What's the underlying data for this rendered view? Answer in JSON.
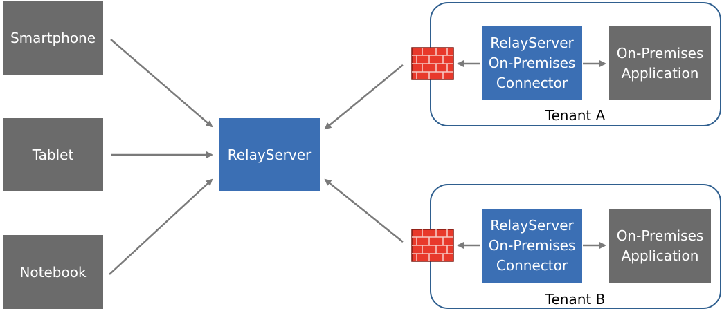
{
  "clients": [
    {
      "label": "Smartphone"
    },
    {
      "label": "Tablet"
    },
    {
      "label": "Notebook"
    }
  ],
  "relay_server": {
    "label": "RelayServer"
  },
  "tenants": [
    {
      "name": "Tenant A",
      "connector_lines": [
        "RelayServer",
        "On-Premises",
        "Connector"
      ],
      "app_lines": [
        "On-Premises",
        "Application"
      ]
    },
    {
      "name": "Tenant B",
      "connector_lines": [
        "RelayServer",
        "On-Premises",
        "Connector"
      ],
      "app_lines": [
        "On-Premises",
        "Application"
      ]
    }
  ],
  "colors": {
    "client_box": "#6b6b6b",
    "relay_box": "#3b6fb4",
    "tenant_border": "#2f5f8f",
    "arrow": "#7a7a7a",
    "firewall": "#e8392b"
  },
  "icons": {
    "firewall": "brick-wall-firewall-icon"
  }
}
